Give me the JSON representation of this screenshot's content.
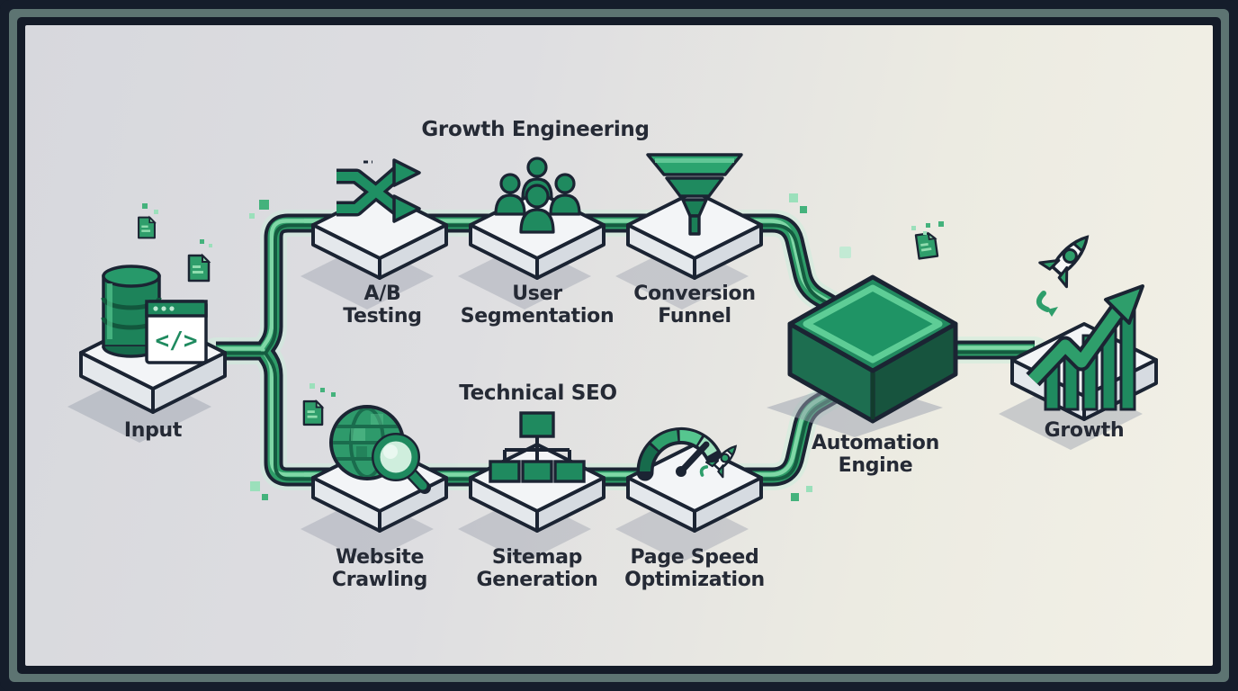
{
  "diagram": {
    "accent_green": "#2e9c68",
    "dark_green": "#176b4c",
    "light_green": "#7fd7a6",
    "outline_navy": "#1b2433",
    "frame": {
      "outer_color": "#151d2b",
      "inset_line_color": "#5d7472"
    },
    "top_branch_title": "Growth Engineering",
    "bottom_branch_title": "Technical SEO",
    "nodes": {
      "input": {
        "label": "Input",
        "icon": "database-code-icon",
        "code_glyph": "</>"
      },
      "ab_testing": {
        "line1": "A/B",
        "line2": "Testing",
        "icon": "shuffle-arrows-icon"
      },
      "user_segmentation": {
        "line1": "User",
        "line2": "Segmentation",
        "icon": "user-group-icon"
      },
      "conversion_funnel": {
        "line1": "Conversion",
        "line2": "Funnel",
        "icon": "funnel-icon"
      },
      "website_crawling": {
        "line1": "Website",
        "line2": "Crawling",
        "icon": "globe-magnifier-icon"
      },
      "sitemap_generation": {
        "line1": "Sitemap",
        "line2": "Generation",
        "icon": "sitemap-tree-icon"
      },
      "page_speed_optimization": {
        "line1": "Page Speed",
        "line2": "Optimization",
        "icon": "speedometer-rocket-icon"
      },
      "automation_engine": {
        "line1": "Automation",
        "line2": "Engine",
        "icon": "green-cube-icon"
      },
      "growth": {
        "label": "Growth",
        "icon": "bar-chart-rocket-icon"
      }
    }
  }
}
